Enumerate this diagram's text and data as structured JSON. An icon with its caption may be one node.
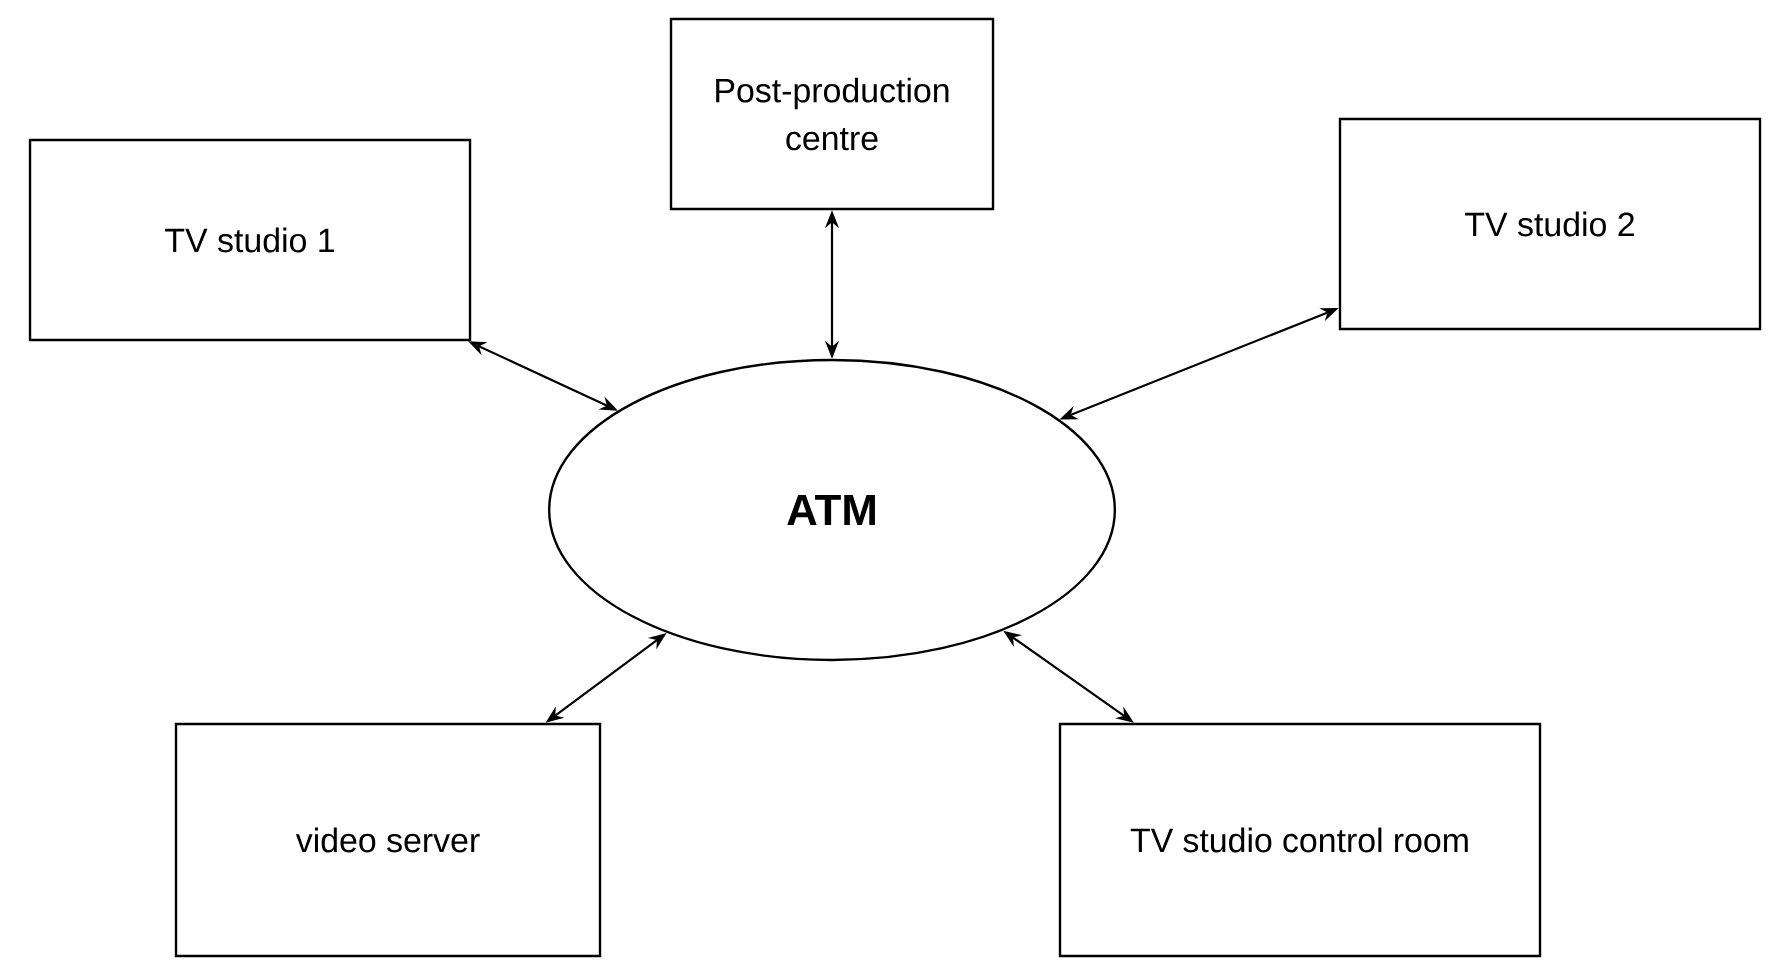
{
  "diagram": {
    "nodes": [
      {
        "text": [
          "TV studio 1"
        ]
      },
      {
        "text": [
          "Post-production centre"
        ]
      },
      {
        "text": [
          "TV studio 2"
        ]
      },
      {
        "text": [
          "ATM"
        ]
      },
      {
        "text": [
          "video server"
        ]
      },
      {
        "text": [
          "TV studio control room"
        ]
      }
    ],
    "edges": [
      {
        "from": 0,
        "to": 3,
        "arrow": "both"
      },
      {
        "from": 1,
        "to": 3,
        "arrow": "both"
      },
      {
        "from": 2,
        "to": 3,
        "arrow": "both"
      },
      {
        "from": 4,
        "to": 3,
        "arrow": "both"
      },
      {
        "from": 5,
        "to": 3,
        "arrow": "both"
      }
    ]
  }
}
